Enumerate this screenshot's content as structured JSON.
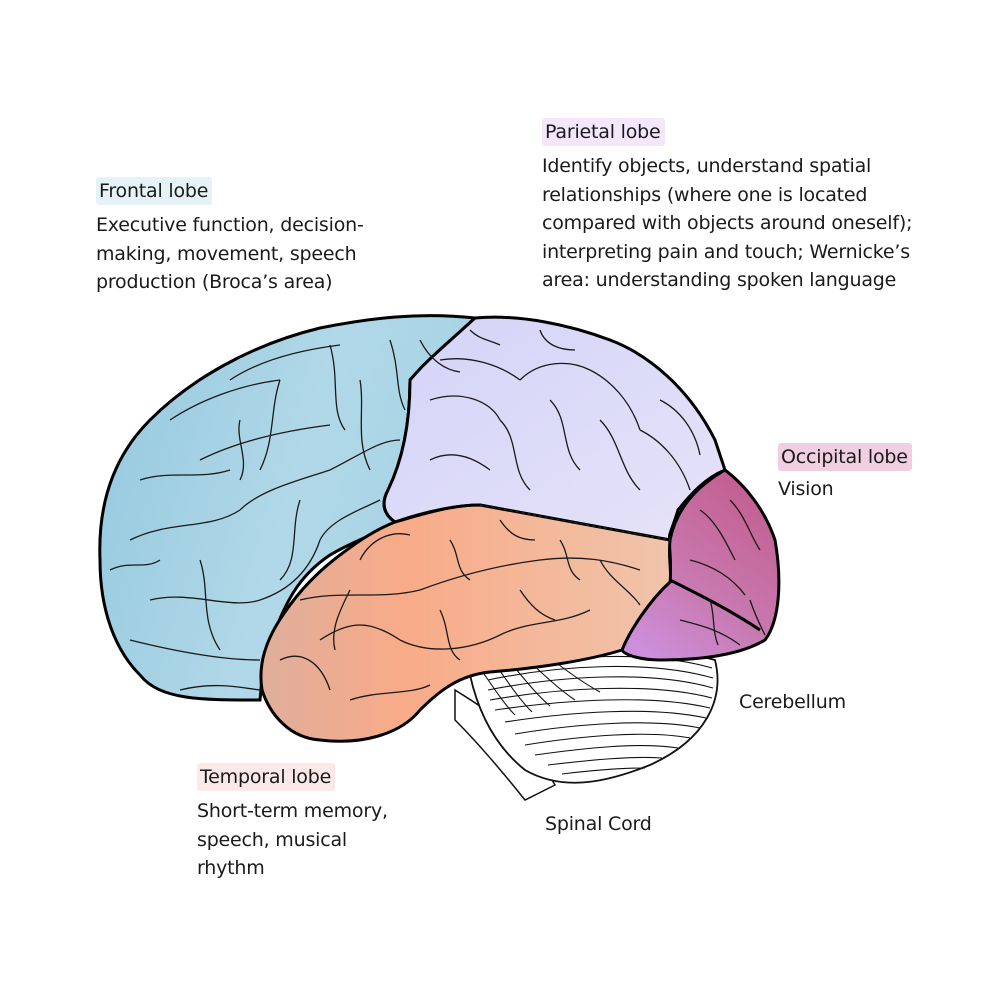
{
  "lobes": {
    "frontal": {
      "title": "Frontal lobe",
      "description": "Executive function, decision-\nmaking, movement, speech\nproduction (Broca’s area)",
      "tag_color": "#e5f3f7",
      "fill_color": "#a9d5e6"
    },
    "parietal": {
      "title": "Parietal lobe",
      "description": "Identify objects, understand spatial\nrelationships (where one is located\ncompared with objects around oneself);\ninterpreting pain and touch; Wernicke’s\narea: understanding spoken language",
      "tag_color": "#f4e6fb",
      "fill_color": "#dcdcf8"
    },
    "occipital": {
      "title": "Occipital lobe",
      "description": "Vision",
      "tag_color": "#f0cfe2",
      "fill_color": "#c36a9e"
    },
    "temporal": {
      "title": "Temporal lobe",
      "description": "Short-term memory,\nspeech, musical\nrhythm",
      "tag_color": "#fbe9e7",
      "fill_color": "#f6b292"
    }
  },
  "structures": {
    "cerebellum": "Cerebellum",
    "spinal_cord": "Spinal Cord"
  }
}
